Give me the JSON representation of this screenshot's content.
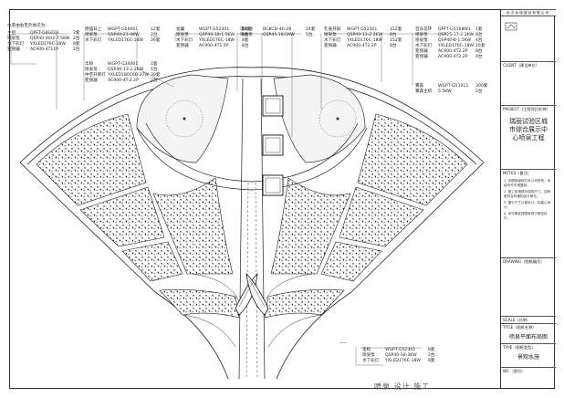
{
  "groups": [
    {
      "id": "g1",
      "header": "水景由右至外依次为:",
      "rows": [
        [
          "主喷",
          "QPFT-G8GE01",
          "2套"
        ],
        [
          "喷泉泵",
          "QSP40-40/2-7.5KW",
          "2台"
        ],
        [
          "水下彩灯",
          "YXLED176C-18W",
          "8套"
        ],
        [
          "变频器",
          "AC900-4T11P",
          "2台"
        ]
      ]
    },
    {
      "id": "g2",
      "header": "",
      "rows": [
        [
          "摇摆日上",
          "WGPT-G56001",
          "12套"
        ],
        [
          "喷泉泵",
          "QSP40-21-4KW",
          "2台"
        ],
        [
          "水下彩灯",
          "YXLED176C-18W",
          "26套"
        ]
      ]
    },
    {
      "id": "g3",
      "header": "",
      "rows": [
        [
          "华喷",
          "WGPT-G34001",
          "1套"
        ],
        [
          "喷泉泵",
          "QSP40-13-2.2KW",
          "1台"
        ],
        [
          "中空升降灯",
          "YXLED180C6B-27W",
          "30套"
        ],
        [
          "变频器",
          "AC900-4T-2.2P",
          "2台"
        ]
      ]
    },
    {
      "id": "g4",
      "header": "",
      "rows": [
        [
          "龙翼",
          "WGPT-G52301",
          "80套"
        ],
        [
          "喷泉泵",
          "QSP40-18-1.5KW",
          "8台"
        ],
        [
          "水下彩灯",
          "YXLED176C-18W",
          "8套"
        ],
        [
          "变频器",
          "AC900-4T1.5P",
          "8台"
        ]
      ]
    },
    {
      "id": "g5",
      "header": "",
      "rows": [
        [
          "漫光池",
          "BGKCD-40-28",
          "24套"
        ],
        [
          "喷泉泵",
          "QSP45-18-5KW",
          "5台"
        ]
      ]
    },
    {
      "id": "g6",
      "header": "",
      "rows": [
        [
          "孔雀开屏",
          "WGPT-G52301",
          "152套"
        ],
        [
          "喷泉泵",
          "QSP40-13-2.2KW",
          "8台"
        ],
        [
          "水下彩灯",
          "YXLED176C-18W",
          "152套"
        ],
        [
          "变频器",
          "AC900-4T2.2P",
          "8台"
        ]
      ]
    },
    {
      "id": "g7",
      "header": "",
      "rows": [
        [
          "音乐花环",
          "QPFT-G5168W1",
          "1套"
        ],
        [
          "喷泉泵",
          "QSP25-17-2.2KW",
          "8台"
        ],
        [
          "喷泉泵",
          "QSP40-8-1.5KW",
          "4台"
        ],
        [
          "水下彩灯",
          "YXLED176C-18W",
          "16套"
        ],
        [
          "变频器",
          "AC900-4T2.2P",
          "8台"
        ],
        [
          "变频器",
          "AC900-4T2.2P",
          "4台"
        ]
      ]
    },
    {
      "id": "g8",
      "header": "",
      "rows": [
        [
          "雾森",
          "WGPT-G51011",
          "300套"
        ],
        [
          "雾森主机",
          "5.5KW",
          "2台"
        ]
      ]
    },
    {
      "id": "g9",
      "header": "",
      "rows": [
        [
          "笔松",
          "WGPT-G52301",
          "8套"
        ],
        [
          "喷泉泵",
          "QSP40-18-3KW",
          "2台"
        ],
        [
          "水下彩灯",
          "YXLED176C-18W",
          "8套"
        ]
      ]
    }
  ],
  "title_block": {
    "company": "水 力 水 电 建 设 有 限 公 司",
    "client_label": "CLIENT（建设单位）",
    "project_label": "PROJECT（工程项目名称）",
    "project_name": "瑞丽试验区城市综合展示中心喷泉工程",
    "notes_label": "NOTES（备注）",
    "notes": [
      "1. 本图纸版权归本公司所有，未经许可不得复制。",
      "2. 施工前请核对现场尺寸，如有差异及时通知设计单位。",
      "3. 图中尺寸以毫米计，标高以米计。",
      "4. 未尽事宜按国家现行规范执行。"
    ],
    "drawing_label": "DRAWING（图纸编号）",
    "scale_label": "SCALE（比例）",
    "title_label": "TITLE（图纸名称）",
    "drawing_title": "喷泉平面布局图",
    "type_label": "TYPE（图纸类型）",
    "type_value": "景观水施",
    "no_label": "NO.（图号）"
  },
  "watermark": "喷泉 设计 施工"
}
